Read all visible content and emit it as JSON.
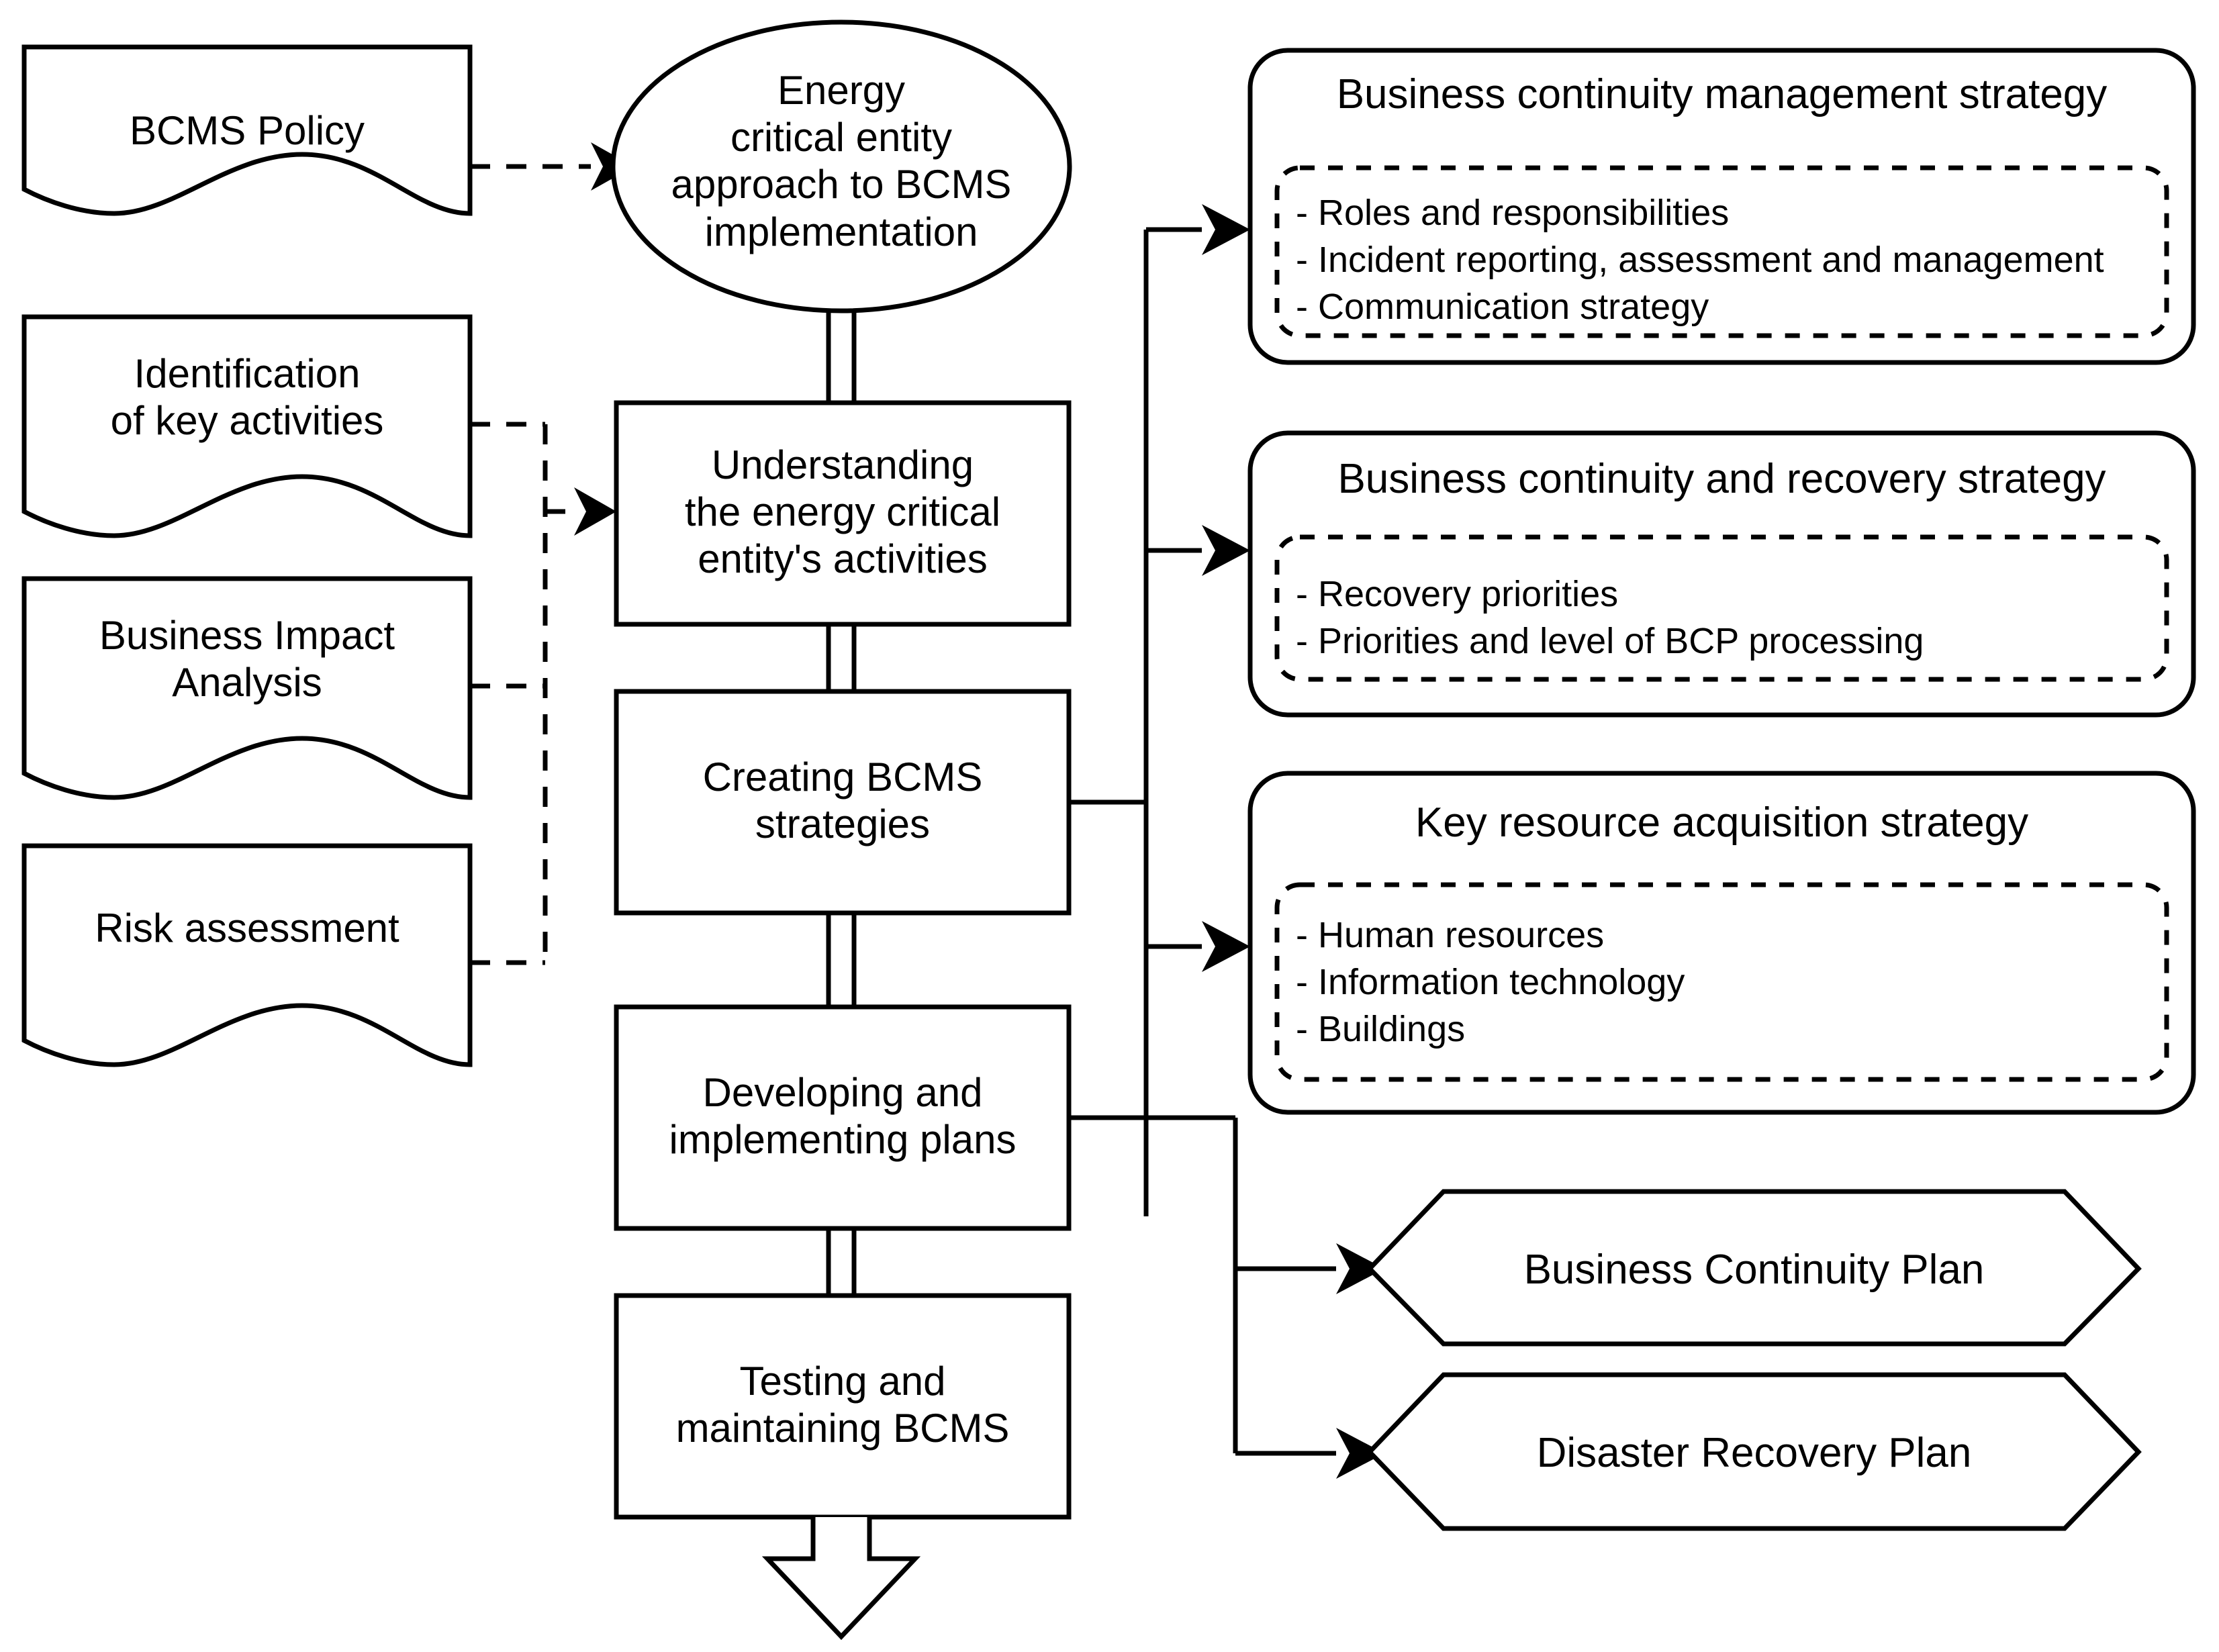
{
  "diagram": {
    "title": "Energy critical entity approach to BCMS implementation flowchart",
    "colors": {
      "stroke": "#000000",
      "background": "#ffffff",
      "text": "#000000"
    },
    "inputs": [
      {
        "id": "bcms-policy",
        "label": "BCMS Policy",
        "shape": "document"
      },
      {
        "id": "identification-of-key-activities",
        "label": "Identification\nof key activities",
        "shape": "document"
      },
      {
        "id": "business-impact-analysis",
        "label": "Business Impact\nAnalysis",
        "shape": "document"
      },
      {
        "id": "risk-assessment",
        "label": "Risk assessment",
        "shape": "document"
      }
    ],
    "start": {
      "id": "energy-critical-entity-approach",
      "label": "Energy\ncritical entity\napproach to BCMS\nimplementation",
      "shape": "ellipse"
    },
    "process_steps": [
      {
        "id": "understanding-activities",
        "label": "Understanding\nthe energy critical\nentity's activities",
        "shape": "process"
      },
      {
        "id": "creating-bcms-strategies",
        "label": "Creating BCMS\nstrategies",
        "shape": "process"
      },
      {
        "id": "developing-implementing-plans",
        "label": "Developing and\nimplementing plans",
        "shape": "process"
      },
      {
        "id": "testing-maintaining-bcms",
        "label": "Testing and\nmaintaining BCMS",
        "shape": "process"
      }
    ],
    "strategy_panels": [
      {
        "id": "business-continuity-management-strategy",
        "title": "Business continuity management strategy",
        "bullets": [
          "- Roles and responsibilities",
          "- Incident reporting, assessment and management",
          "- Communication strategy"
        ]
      },
      {
        "id": "business-continuity-and-recovery-strategy",
        "title": "Business continuity and recovery strategy",
        "bullets": [
          "- Recovery priorities",
          "- Priorities and level of BCP processing"
        ]
      },
      {
        "id": "key-resource-acquisition-strategy",
        "title": "Key resource acquisition strategy",
        "bullets": [
          "- Human resources",
          "- Information technology",
          "- Buildings"
        ]
      }
    ],
    "outputs": [
      {
        "id": "business-continuity-plan",
        "label": "Business Continuity Plan",
        "shape": "hexagon"
      },
      {
        "id": "disaster-recovery-plan",
        "label": "Disaster Recovery Plan",
        "shape": "hexagon"
      }
    ],
    "terminator": {
      "id": "flow-end-arrow",
      "label": "",
      "shape": "block-arrow-down"
    }
  }
}
